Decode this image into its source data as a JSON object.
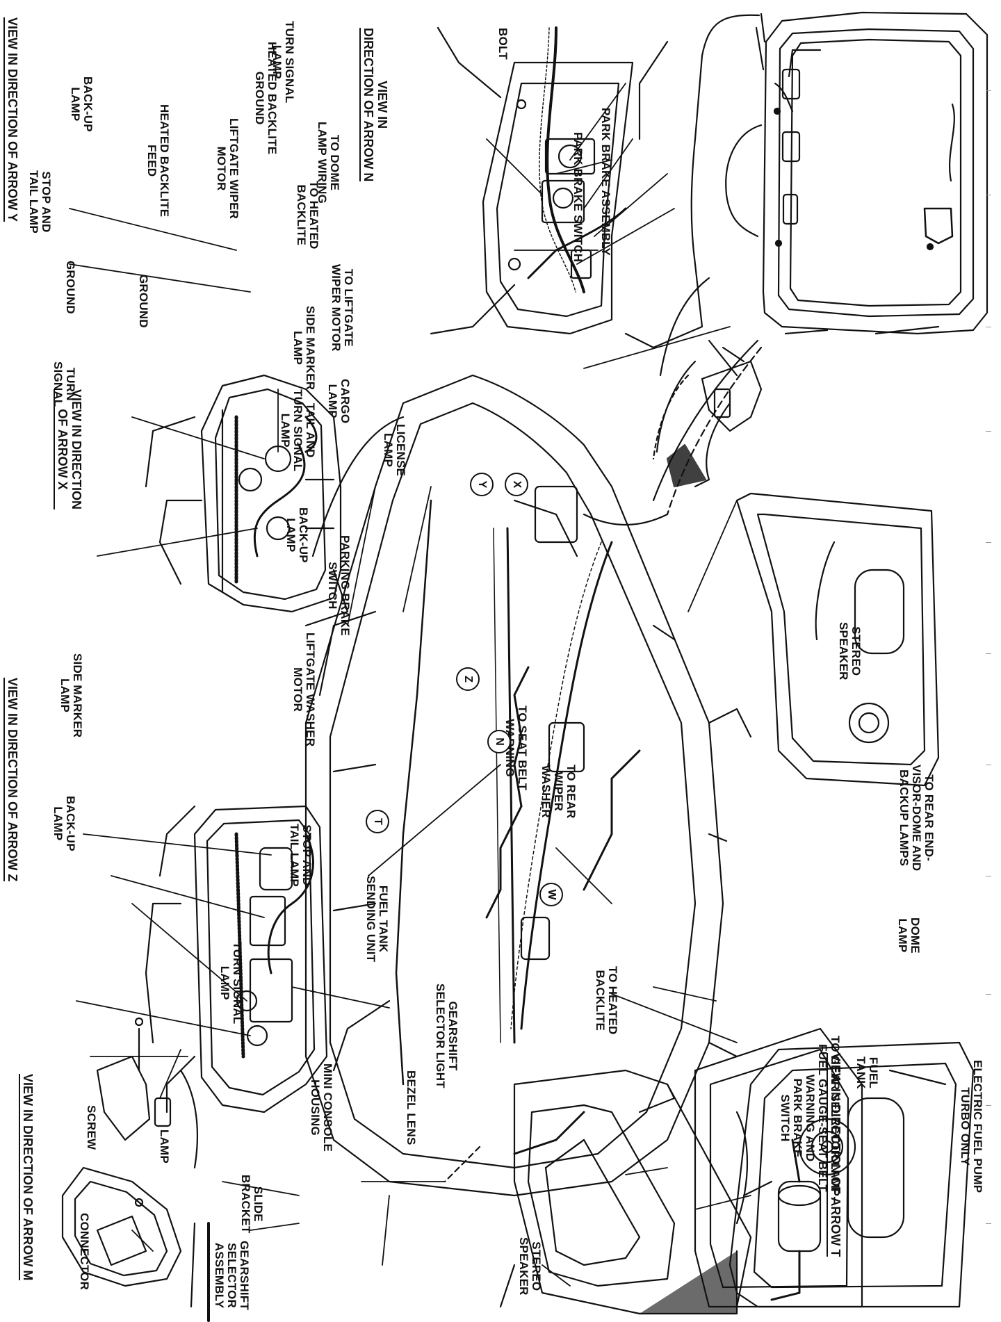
{
  "labels": {
    "park_brake_assembly": "PARK BRAKE ASSEMBLY",
    "park_brake_switch": "PARK BRAKE SWITCH",
    "bolt": "BOLT",
    "heated_backlite_feed": "HEATED BACKLITE\nFEED",
    "liftgate_wiper_motor": "LIFTGATE WIPER\nMOTOR",
    "heated_backlite_ground": "HEATED BACKLITE\nGROUND",
    "to_liftgate_wiper_motor": "TO LIFTGATE\nWIPER MOTOR",
    "to_heated_backlite": "TO HEATED\nBACKLITE",
    "to_dome_lamp_wiring": "TO DOME\nLAMP WIRING",
    "turn_signal_lamp_n": "TURN SIGNAL\nLAMP",
    "back_up_lamp_y": "BACK-UP\nLAMP",
    "stop_and_tail_lamp_y": "STOP AND\nTAIL LAMP",
    "ground_1": "GROUND",
    "ground_2": "GROUND",
    "side_marker_lamp_y": "SIDE MARKER\nLAMP",
    "turn_signal_x": "TURN\nSIGNAL",
    "tail_and_turn_signal_lamp": "TAIL AND\nTURN SIGNAL\nLAMP",
    "back_up_lamp_x": "BACK-UP\nLAMP",
    "liftgate_washer_motor": "LIFTGATE WASHER\nMOTOR",
    "side_marker_lamp_z": "SIDE MARKER\nLAMP",
    "back_up_lamp_z": "BACK-UP\nLAMP",
    "stop_and_tail_lamp_z": "STOP AND\nTAIL LAMP",
    "turn_signal_lamp_z": "TURN SIGNAL\nLAMP",
    "cargo_lamp": "CARGO\nLAMP",
    "license_lamp": "LICENSE\nLAMP",
    "parking_brake_switch": "PARKING BRAKE\nSWITCH",
    "stereo_speaker_upper": "STEREO\nSPEAKER",
    "to_seat_belt_warning": "TO SEAT BELT\nWARNING",
    "to_rear_wiper_washer": "TO REAR\nWIPER\nWASHER",
    "to_rear_end_lamps": "TO REAR END-\nVISOR-DOME AND\nBACKUP LAMPS",
    "dome_lamp": "DOME\nLAMP",
    "fuel_tank_sending_unit": "FUEL TANK\nSENDING UNIT",
    "gearshift_selector_light": "GEARSHIFT\nSELECTOR LIGHT",
    "to_heated_backlite_lower": "TO HEATED\nBACKLITE",
    "to_gear_selector": "TO GEAR SELECTOR LAMP-\nFUEL GAUGE-SEAT BELT\nWARNING AND\nPARK BRAKE\nSWITCH",
    "fuel_tank": "FUEL\nTANK",
    "electric_fuel_pump": "ELECTRIC FUEL PUMP\nTURBO ONLY",
    "bezel_lens": "BEZEL LENS",
    "mini_console_housing": "MINI CONSOLE\nHOUSING",
    "screw": "SCREW",
    "lamp_m": "LAMP",
    "slide_bracket": "SLIDE\nBRACKET",
    "connector": "CONNECTOR",
    "gearshift_selector_assembly": "GEARSHIFT\nSELECTOR\nASSEMBLY",
    "stereo_speaker_lower": "STEREO\nSPEAKER"
  },
  "captions": {
    "view_n": "VIEW IN\nDIRECTION OF ARROW N",
    "view_y": "VIEW IN DIRECTION OF ARROW Y",
    "view_x": "VIEW IN DIRECTION\nOF ARROW X",
    "view_z": "VIEW IN DIRECTION OF ARROW Z",
    "view_m": "VIEW IN DIRECTION OF ARROW M",
    "view_t": "VIEW IN DIRECTION OF ARROW T"
  },
  "callouts": {
    "x": "X",
    "y": "Y",
    "z": "Z",
    "n": "N",
    "t": "T",
    "w": "W"
  },
  "colors": {
    "ink": "#111111",
    "shade": "#6b6b6b",
    "paper": "#ffffff"
  }
}
